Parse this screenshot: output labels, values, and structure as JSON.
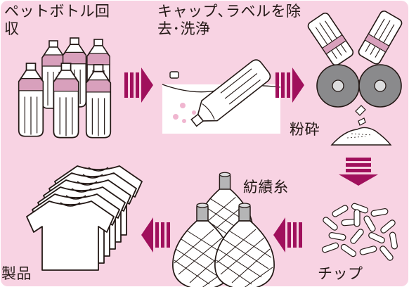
{
  "labels": {
    "collect": "ペットボトル回収",
    "remove": "キャップ､ラベルを除去･洗浄",
    "crush": "粉砕",
    "yarn": "紡績糸",
    "product": "製品",
    "chip": "チップ"
  },
  "colors": {
    "background": "#f8d3e3",
    "arrow": "#a0105c",
    "bottle_band": "#d8a0bc",
    "outline": "#231815"
  }
}
